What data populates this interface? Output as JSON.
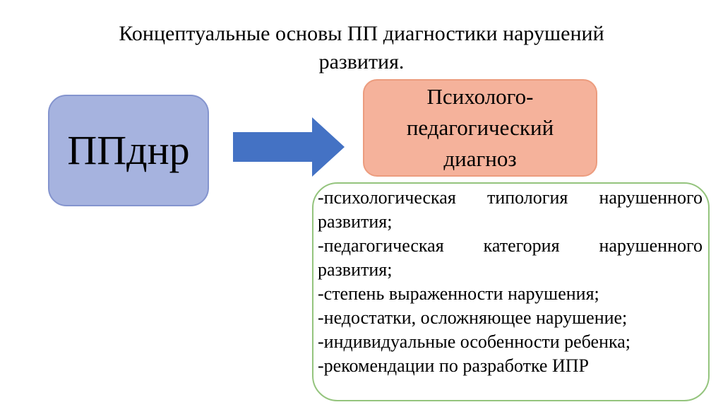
{
  "slide": {
    "title": {
      "line1": "Концептуальные основы ПП диагностики нарушений",
      "line2": "развития."
    },
    "left_box": {
      "label": "ППднр"
    },
    "arrow": {
      "direction": "right"
    },
    "right_box": {
      "line1": "Психолого-",
      "line2": "педагогический",
      "line3": "диагноз"
    },
    "list_box": {
      "lines": [
        "-психологическая типология нарушенного",
        "развития;",
        "-педагогическая категория нарушенного",
        "развития;",
        "-степень выраженности нарушения;",
        "-недостатки, осложняющее нарушение;",
        "-индивидуальные особенности ребенка;",
        "-рекомендации по разработке ИПР"
      ]
    }
  },
  "colors": {
    "arrow": "#4472c4",
    "blue-fill": "#a6b3df",
    "blue-border": "#8494ce",
    "orange-fill": "#f5b29b",
    "orange-border": "#ec9c7e",
    "green-border": "#94c47d"
  }
}
